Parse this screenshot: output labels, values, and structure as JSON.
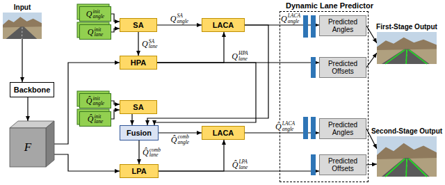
{
  "diagram": {
    "nodes": [
      {
        "text": [
          "Input"
        ]
      },
      {
        "text": [
          "Backbone"
        ]
      },
      {
        "text": [
          "F"
        ]
      },
      {
        "text": [
          "Q init angle"
        ]
      },
      {
        "text": [
          "Q init lane"
        ]
      },
      {
        "text": [
          "SA"
        ]
      },
      {
        "text": [
          "HPA"
        ]
      },
      {
        "text": [
          "LACA"
        ]
      },
      {
        "text": [
          "Dynamic Lane Predictor"
        ]
      },
      {
        "text": [
          "Predicted Angles"
        ],
        "in": 8
      },
      {
        "text": [
          "Predicted Offsets"
        ],
        "in": 8
      },
      {
        "text": [
          "First-Stage Output"
        ]
      },
      {
        "text": [
          "Q̂ init angle"
        ]
      },
      {
        "text": [
          "Q̂ init lane"
        ]
      },
      {
        "text": [
          "SA"
        ]
      },
      {
        "text": [
          "Fusion"
        ]
      },
      {
        "text": [
          "LPA"
        ]
      },
      {
        "text": [
          "LACA"
        ]
      },
      {
        "text": [
          "Predicted Angles"
        ],
        "in": 8
      },
      {
        "text": [
          "Predicted Offsets"
        ],
        "in": 8
      },
      {
        "text": [
          "Second-Stage Output"
        ]
      }
    ],
    "edges": [
      {
        "from": 0,
        "to": 1,
        "arrow": "to"
      },
      {
        "from": 1,
        "to": 2,
        "arrow": "to"
      },
      {
        "from": 3,
        "to": 5,
        "arrow": "to"
      },
      {
        "from": 4,
        "to": 5,
        "arrow": "to"
      },
      {
        "from": 5,
        "to": 7,
        "label": "Q SA angle",
        "arrow": "to"
      },
      {
        "from": 5,
        "to": 6,
        "label": "Q SA lane",
        "arrow": "to"
      },
      {
        "from": 2,
        "to": 6,
        "arrow": "to"
      },
      {
        "from": 6,
        "to": 7,
        "arrow": "to"
      },
      {
        "from": 6,
        "to": 10,
        "label": "Q HPA lane",
        "arrow": "to"
      },
      {
        "from": 7,
        "to": 9,
        "label": "Q LACA angle",
        "arrow": "to"
      },
      {
        "from": 9,
        "to": 11,
        "arrow": "to"
      },
      {
        "from": 10,
        "to": 11,
        "arrow": "to"
      },
      {
        "from": 12,
        "to": 14,
        "arrow": "to"
      },
      {
        "from": 13,
        "to": 14,
        "arrow": "to"
      },
      {
        "from": 14,
        "to": 15,
        "arrow": "to"
      },
      {
        "from": 7,
        "to": 15,
        "arrow": "to"
      },
      {
        "from": 6,
        "to": 15,
        "arrow": "to"
      },
      {
        "from": 15,
        "to": 17,
        "label": "Q̂ comb angle",
        "arrow": "to"
      },
      {
        "from": 15,
        "to": 16,
        "label": "Q̂ comb lane",
        "arrow": "to"
      },
      {
        "from": 2,
        "to": 16,
        "arrow": "to"
      },
      {
        "from": 16,
        "to": 17,
        "arrow": "to"
      },
      {
        "from": 16,
        "to": 19,
        "label": "Q̂ LPA lane",
        "arrow": "to"
      },
      {
        "from": 17,
        "to": 18,
        "label": "Q̂ LACA angle",
        "arrow": "to"
      },
      {
        "from": 18,
        "to": 20,
        "arrow": "to"
      },
      {
        "from": 19,
        "to": 20,
        "arrow": "to"
      }
    ]
  }
}
